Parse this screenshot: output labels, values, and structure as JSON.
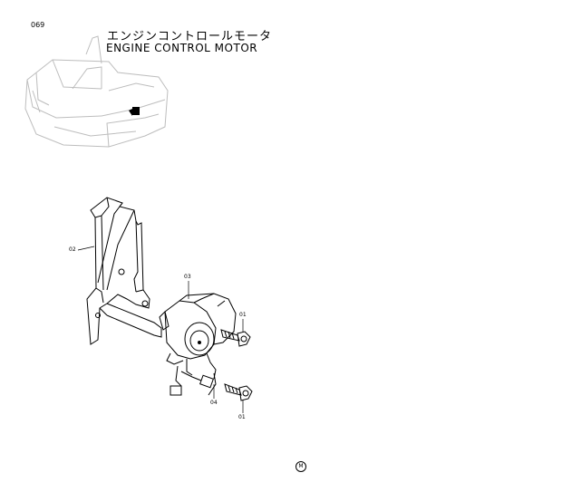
{
  "page_number": "069",
  "title_jp": "エンジンコントロールモータ",
  "title_en": "ENGINE  CONTROL  MOTOR",
  "callouts": {
    "c02": "02",
    "c03": "03",
    "c01a": "01",
    "c04": "04",
    "c01b": "01"
  },
  "footer_mark": "M"
}
